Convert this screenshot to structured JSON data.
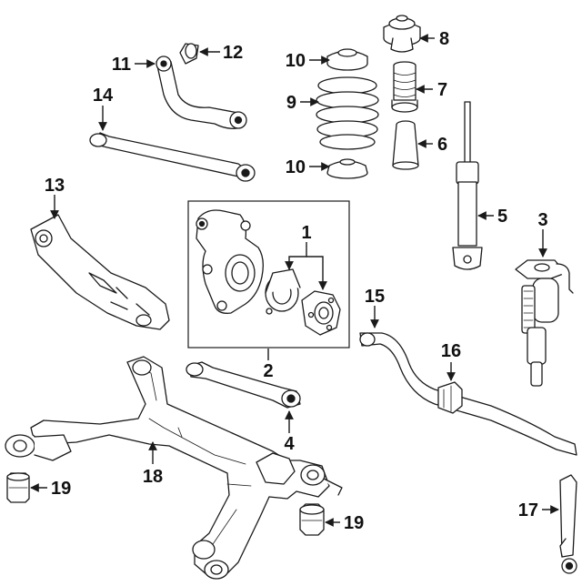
{
  "diagram": {
    "callouts": {
      "c1": "1",
      "c2": "2",
      "c3": "3",
      "c4": "4",
      "c5": "5",
      "c6": "6",
      "c7": "7",
      "c8": "8",
      "c9": "9",
      "c10a": "10",
      "c10b": "10",
      "c11": "11",
      "c12": "12",
      "c13": "13",
      "c14": "14",
      "c15": "15",
      "c16": "16",
      "c17": "17",
      "c18": "18",
      "c19a": "19",
      "c19b": "19"
    }
  }
}
